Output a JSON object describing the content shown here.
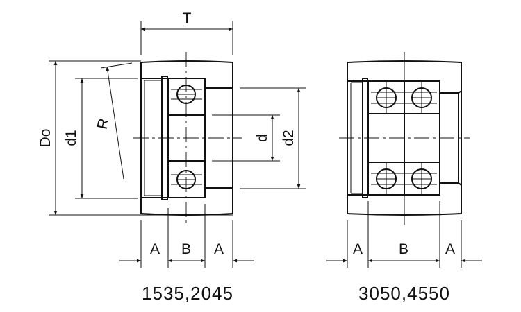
{
  "left_drawing": {
    "caption": "1535,2045",
    "labels": {
      "T": "T",
      "Do": "Do",
      "d1": "d1",
      "R": "R",
      "d": "d",
      "d2": "d2",
      "A1": "A",
      "B": "B",
      "A2": "A"
    }
  },
  "right_drawing": {
    "caption": "3050,4550",
    "labels": {
      "A1": "A",
      "B": "B",
      "A2": "A"
    }
  }
}
